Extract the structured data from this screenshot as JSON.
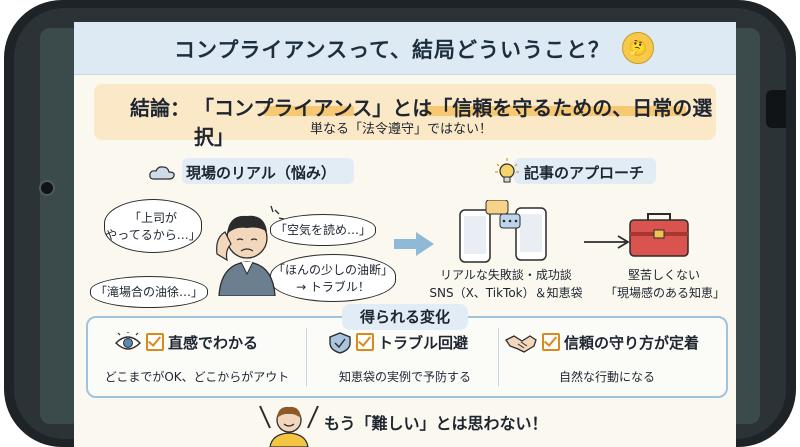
{
  "title": "コンプライアンスって、結局どういうこと？",
  "conclusion": {
    "label": "結論：",
    "text": "「コンプライアンス」とは「信頼を守るための、日常の選択」",
    "subtext": "単なる「法令遵守」ではない！"
  },
  "left_section": {
    "header": "現場のリアル（悩み）",
    "bubbles": [
      "「上司が",
      "やってるから…」",
      "「空気を読め…」",
      "「ほんの少しの油断」",
      "→ トラブル！",
      "「滝場合の油徐…」"
    ]
  },
  "right_section": {
    "header": "記事のアプローチ",
    "caption_line1": "リアルな失敗談・成功談",
    "caption_line2": "SNS（X、TikTok）＆知恵袋",
    "result_line1": "堅苦しくない",
    "result_line2": "「現場感のある知恵」"
  },
  "benefits": {
    "header": "得られる変化",
    "items": [
      {
        "title": "直感でわかる",
        "sub": "どこまでがOK、どこからがアウト",
        "icon": "eye-icon"
      },
      {
        "title": "トラブル回避",
        "sub": "知恵袋の実例で予防する",
        "icon": "shield-icon"
      },
      {
        "title": "信頼の守り方が定着",
        "sub": "自然な行動になる",
        "icon": "handshake-icon"
      }
    ]
  },
  "footer": {
    "text": "もう「難しい」とは思わない！"
  },
  "colors": {
    "accent_blue": "#9fc2dd",
    "accent_orange": "#f7c873",
    "check_orange": "#d98a1a"
  }
}
